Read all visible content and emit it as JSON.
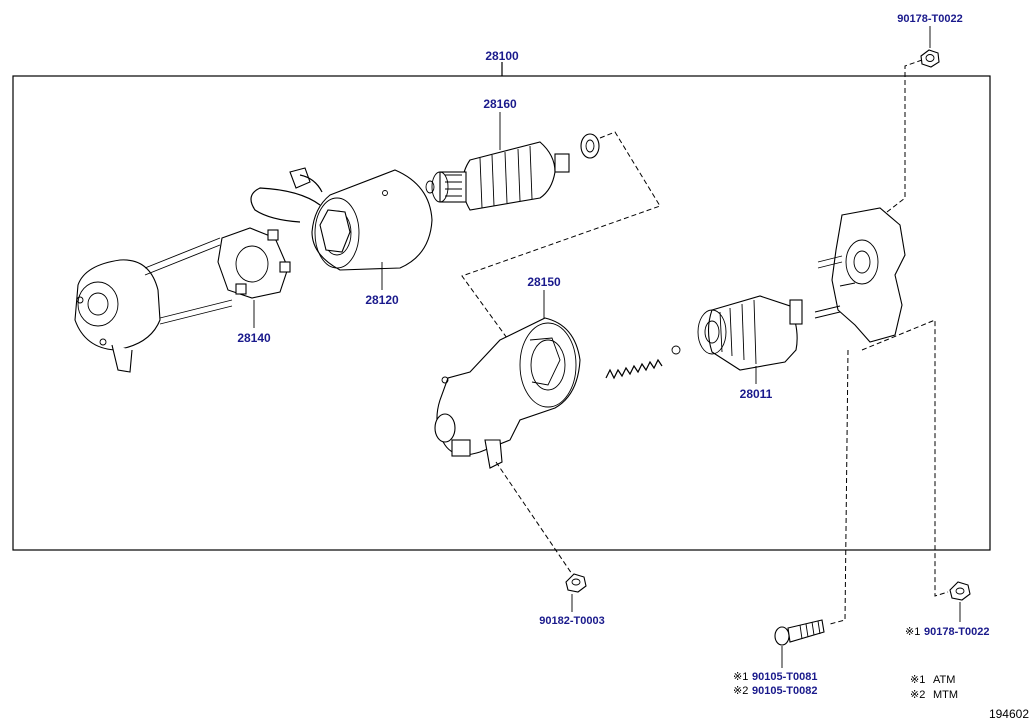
{
  "diagram": {
    "assembly_label": "28100",
    "parts": {
      "armature": "28160",
      "yoke": "28120",
      "brush_holder": "28140",
      "housing": "28150",
      "clutch": "28011",
      "nut_top": "90178-T0022",
      "nut_bottom": "90182-T0003",
      "nut_right": "90178-T0022",
      "bolt_1": "90105-T0081",
      "bolt_2": "90105-T0082"
    },
    "markers": {
      "m1": "※1",
      "m2": "※2"
    },
    "legend": [
      {
        "mark": "※1",
        "text": "ATM"
      },
      {
        "mark": "※2",
        "text": "MTM"
      }
    ],
    "reference_number": "194602"
  }
}
